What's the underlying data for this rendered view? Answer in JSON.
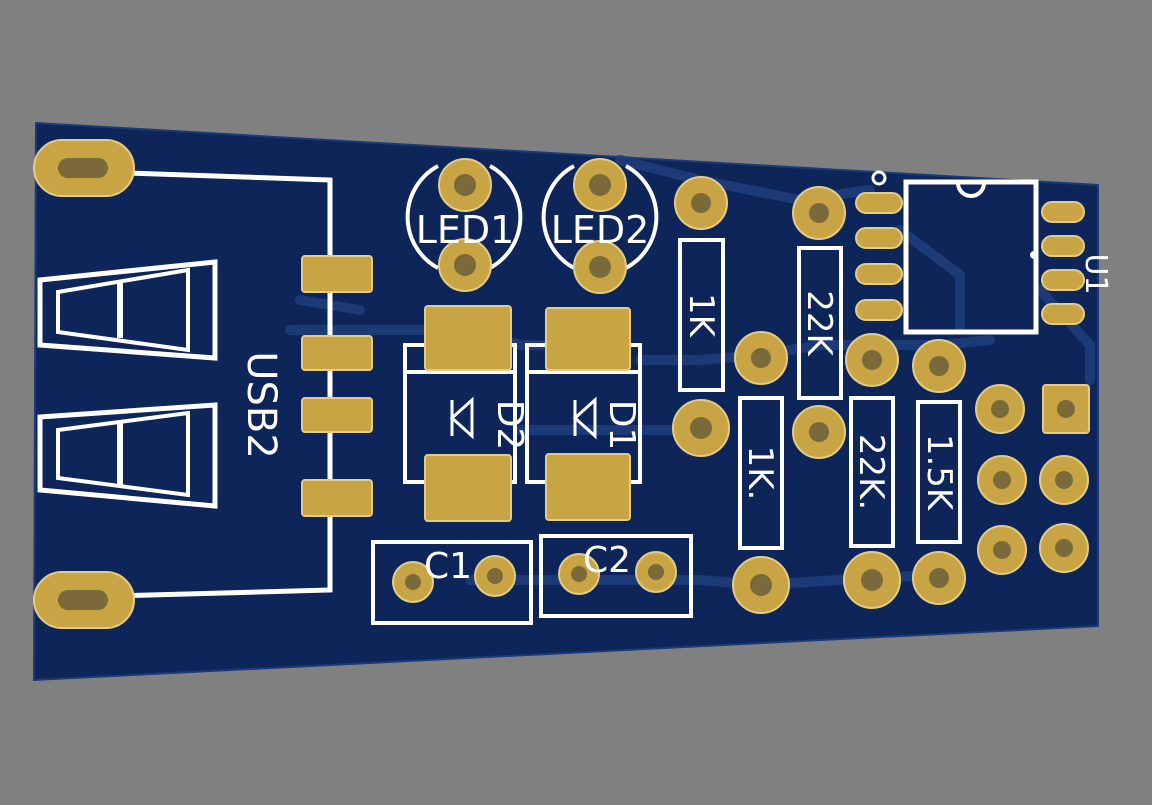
{
  "colors": {
    "background": "#808080",
    "board": "#0e2559",
    "copper_trace": "#1d3c78",
    "silkscreen": "#ffffff",
    "pad_gold": "#c8a445",
    "pad_gold_light": "#dcc277",
    "hole": "#7a6a3a"
  },
  "labels": {
    "usb2": "USB2",
    "led1": "LED1",
    "led2": "LED2",
    "d1": "D1",
    "d2": "D2",
    "c1": "C1",
    "c2": "C2",
    "r_1k_top": "1K",
    "r_22k_top": "22K",
    "r_1k_bottom": "1K.",
    "r_22k_bottom": "22K.",
    "r_1_5k": "1.5K",
    "u1": "U1"
  }
}
